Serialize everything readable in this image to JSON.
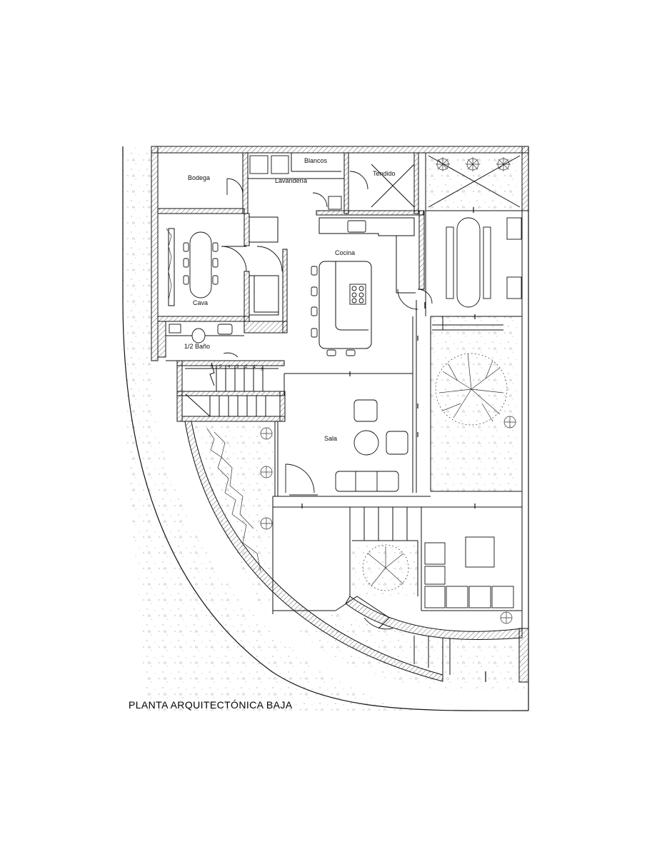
{
  "drawing": {
    "title": "PLANTA ARQUITECTÓNICA BAJA"
  },
  "rooms": {
    "bodega": "Bodega",
    "lavanderia": "Lavandería",
    "blancos": "Blancos",
    "tendido": "Tendido",
    "cocina": "Cocina",
    "cava": "Cava",
    "bano": "1/2  Baño",
    "sala": "Sala"
  },
  "stairs": {
    "steps": [
      "6",
      "5",
      "4",
      "3",
      "2",
      "1",
      "S"
    ]
  }
}
